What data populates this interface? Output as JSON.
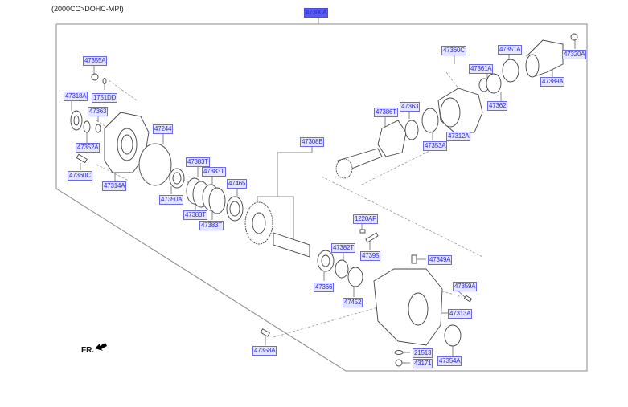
{
  "header": {
    "subtitle": "(2000CC>DOHC-MPI)"
  },
  "assembly_label": "47300A",
  "direction_marker": {
    "label": "FR.",
    "icon": "front-arrow-icon"
  },
  "colors": {
    "tag_text": "#2b2bd6",
    "tag_fill": "#e6e6ff",
    "tag_border": "#6a6ae8",
    "active_tag_fill": "#5a5af0",
    "line": "#888888"
  },
  "parts": [
    {
      "id": "p0",
      "label": "47355A"
    },
    {
      "id": "p1",
      "label": "47318A"
    },
    {
      "id": "p2",
      "label": "1751DD"
    },
    {
      "id": "p3",
      "label": "47363"
    },
    {
      "id": "p4",
      "label": "47352A"
    },
    {
      "id": "p5",
      "label": "47360C"
    },
    {
      "id": "p6",
      "label": "47314A"
    },
    {
      "id": "p7",
      "label": "47244"
    },
    {
      "id": "p8",
      "label": "47383T"
    },
    {
      "id": "p9",
      "label": "47383T"
    },
    {
      "id": "p10",
      "label": "47350A"
    },
    {
      "id": "p11",
      "label": "47383T"
    },
    {
      "id": "p12",
      "label": "47383T"
    },
    {
      "id": "p13",
      "label": "47465"
    },
    {
      "id": "p14",
      "label": "47308B"
    },
    {
      "id": "p15",
      "label": "47386T"
    },
    {
      "id": "p16",
      "label": "47363"
    },
    {
      "id": "p17",
      "label": "47353A"
    },
    {
      "id": "p18",
      "label": "47312A"
    },
    {
      "id": "p19",
      "label": "47360C"
    },
    {
      "id": "p20",
      "label": "47361A"
    },
    {
      "id": "p21",
      "label": "47362"
    },
    {
      "id": "p22",
      "label": "47351A"
    },
    {
      "id": "p23",
      "label": "47389A"
    },
    {
      "id": "p24",
      "label": "47320A"
    },
    {
      "id": "p25",
      "label": "1220AF"
    },
    {
      "id": "p26",
      "label": "47395"
    },
    {
      "id": "p27",
      "label": "47382T"
    },
    {
      "id": "p28",
      "label": "47366"
    },
    {
      "id": "p29",
      "label": "47452"
    },
    {
      "id": "p30",
      "label": "47349A"
    },
    {
      "id": "p31",
      "label": "47359A"
    },
    {
      "id": "p32",
      "label": "47313A"
    },
    {
      "id": "p33",
      "label": "21513"
    },
    {
      "id": "p34",
      "label": "43171"
    },
    {
      "id": "p35",
      "label": "47354A"
    },
    {
      "id": "p36",
      "label": "47358A"
    }
  ]
}
